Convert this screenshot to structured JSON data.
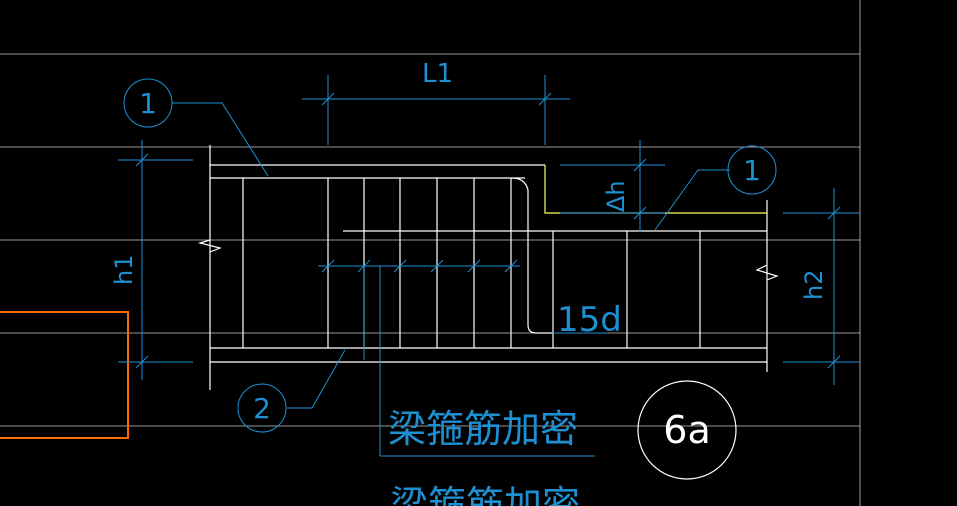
{
  "drawing": {
    "labels": {
      "dim_l1": "L1",
      "dim_h1": "h1",
      "dim_h2": "h2",
      "dim_dh": "Δh",
      "dim_15d": "15d",
      "callout_1a": "1",
      "callout_1b": "1",
      "callout_2": "2",
      "detail_id": "6a",
      "note_1": "梁箍筋加密",
      "note_2": "梁箍筋加密"
    },
    "colors": {
      "background": "#000000",
      "dimension": "#1e90d2",
      "rebar_white": "#ffffff",
      "rebar_yellow": "#ffff66",
      "grid": "#c8c8c8",
      "highlight_box": "#ff6a00"
    }
  }
}
